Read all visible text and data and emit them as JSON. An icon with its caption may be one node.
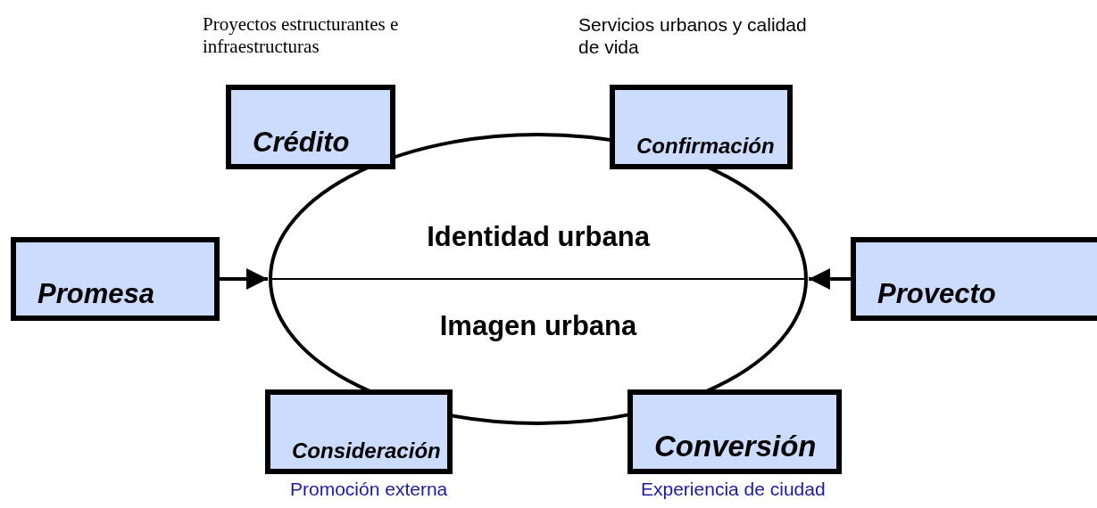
{
  "diagram": {
    "nodes": [
      {
        "text": [
          "Crédito"
        ],
        "beside": [
          "Proyectos estructurantes e infraestructuras"
        ]
      },
      {
        "text": [
          "Confirmación"
        ],
        "beside": [
          "Servicios urbanos y calidad de vida"
        ]
      },
      {
        "text": [
          "Identidad urbana",
          "Imagen urbana"
        ]
      },
      {
        "text": [
          "Promesa"
        ]
      },
      {
        "text": [
          "Provecto"
        ]
      },
      {
        "text": [
          "Consideración"
        ],
        "beside": [
          "Promoción externa"
        ]
      },
      {
        "text": [
          "Conversión"
        ],
        "beside": [
          "Experiencia de ciudad"
        ]
      }
    ],
    "edges": [
      {
        "from": 3,
        "to": 2,
        "arrow": "to"
      },
      {
        "from": 4,
        "to": 2,
        "arrow": "to"
      }
    ]
  }
}
